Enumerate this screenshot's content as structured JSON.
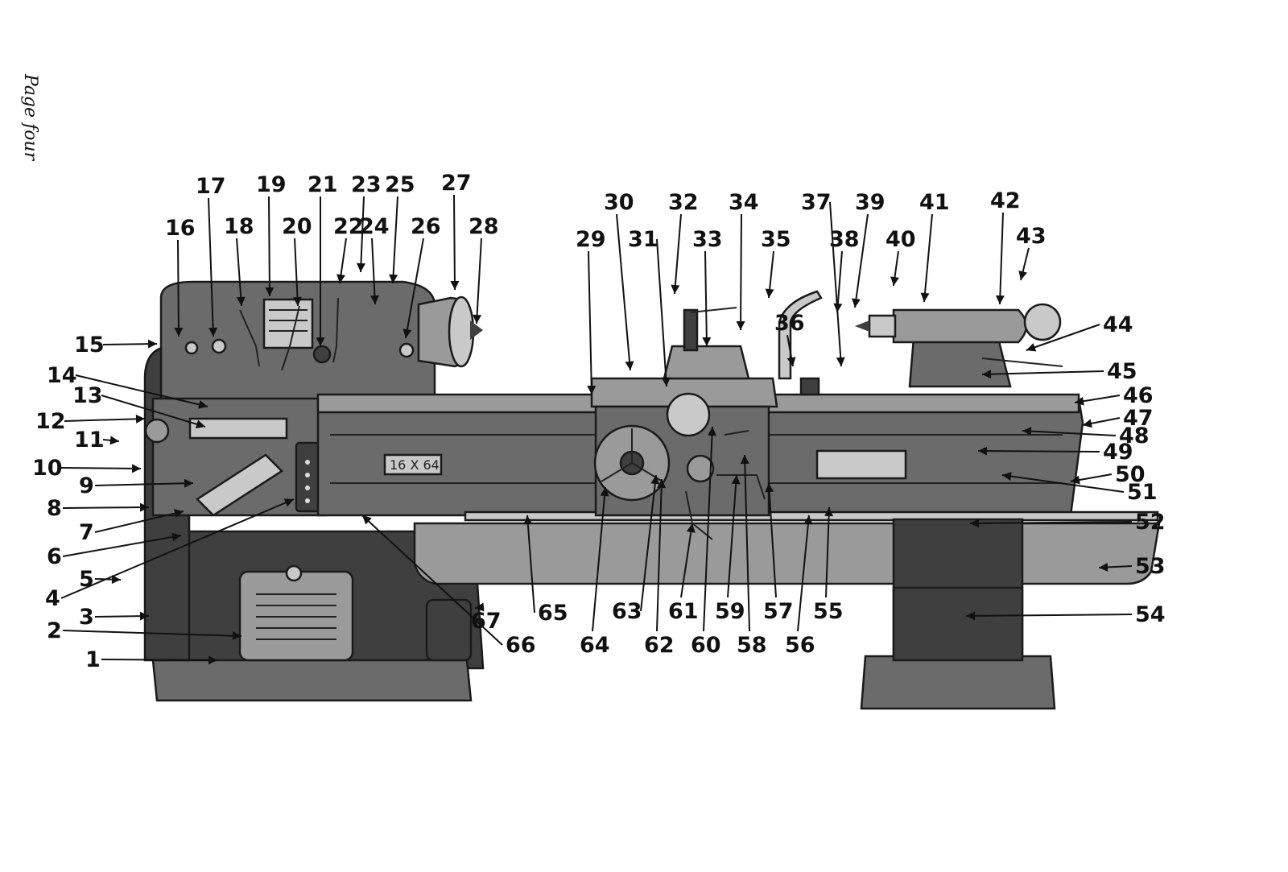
{
  "page_caption": "Page four",
  "bed_plate": "16 X 64",
  "callouts": [
    {
      "n": "1"
    },
    {
      "n": "2"
    },
    {
      "n": "3"
    },
    {
      "n": "4"
    },
    {
      "n": "5"
    },
    {
      "n": "6"
    },
    {
      "n": "7"
    },
    {
      "n": "8"
    },
    {
      "n": "9"
    },
    {
      "n": "10"
    },
    {
      "n": "11"
    },
    {
      "n": "12"
    },
    {
      "n": "13"
    },
    {
      "n": "14"
    },
    {
      "n": "15"
    },
    {
      "n": "16"
    },
    {
      "n": "17"
    },
    {
      "n": "18"
    },
    {
      "n": "19"
    },
    {
      "n": "20"
    },
    {
      "n": "21"
    },
    {
      "n": "22"
    },
    {
      "n": "23"
    },
    {
      "n": "24"
    },
    {
      "n": "25"
    },
    {
      "n": "26"
    },
    {
      "n": "27"
    },
    {
      "n": "28"
    },
    {
      "n": "29"
    },
    {
      "n": "30"
    },
    {
      "n": "31"
    },
    {
      "n": "32"
    },
    {
      "n": "33"
    },
    {
      "n": "34"
    },
    {
      "n": "35"
    },
    {
      "n": "36"
    },
    {
      "n": "37"
    },
    {
      "n": "38"
    },
    {
      "n": "39"
    },
    {
      "n": "40"
    },
    {
      "n": "41"
    },
    {
      "n": "42"
    },
    {
      "n": "43"
    },
    {
      "n": "44"
    },
    {
      "n": "45"
    },
    {
      "n": "46"
    },
    {
      "n": "47"
    },
    {
      "n": "48"
    },
    {
      "n": "49"
    },
    {
      "n": "50"
    },
    {
      "n": "51"
    },
    {
      "n": "52"
    },
    {
      "n": "53"
    },
    {
      "n": "54"
    },
    {
      "n": "55"
    },
    {
      "n": "56"
    },
    {
      "n": "57"
    },
    {
      "n": "58"
    },
    {
      "n": "59"
    },
    {
      "n": "60"
    },
    {
      "n": "61"
    },
    {
      "n": "62"
    },
    {
      "n": "63"
    },
    {
      "n": "64"
    },
    {
      "n": "65"
    },
    {
      "n": "66"
    },
    {
      "n": "67"
    }
  ],
  "colors": {
    "ink": "#111111",
    "machine_dark": "#3f3f3f",
    "machine_light": "#9a9a9a"
  }
}
